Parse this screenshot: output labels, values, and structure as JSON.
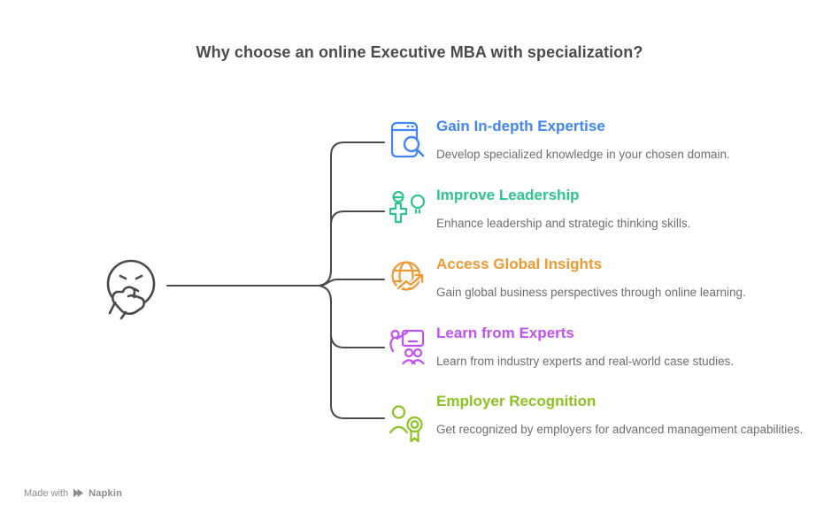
{
  "title": "Why choose an online Executive MBA with specialization?",
  "center": {
    "icon": "thinking-face-icon"
  },
  "items": [
    {
      "heading": "Gain In-depth Expertise",
      "description": "Develop specialized knowledge in your chosen domain.",
      "color": "#4285F4",
      "icon": "book-search-icon"
    },
    {
      "heading": "Improve Leadership",
      "description": "Enhance leadership and strategic thinking skills.",
      "color": "#2EC48E",
      "icon": "person-idea-icon"
    },
    {
      "heading": "Access Global Insights",
      "description": "Gain global business perspectives through online learning.",
      "color": "#EE9A33",
      "icon": "globe-growth-icon"
    },
    {
      "heading": "Learn from Experts",
      "description": "Learn from industry experts and real-world case studies.",
      "color": "#C251F1",
      "icon": "presentation-icon"
    },
    {
      "heading": "Employer Recognition",
      "description": "Get recognized by employers for advanced management capabilities.",
      "color": "#8BC220",
      "icon": "person-award-icon"
    }
  ],
  "footer": {
    "made_with": "Made with",
    "brand": "Napkin"
  },
  "colors": {
    "title": "#4A4A4A",
    "connector": "#4A4A4A",
    "description": "#6E6E6E",
    "footer": "#8C8C8C",
    "background": "#FFFFFF"
  }
}
